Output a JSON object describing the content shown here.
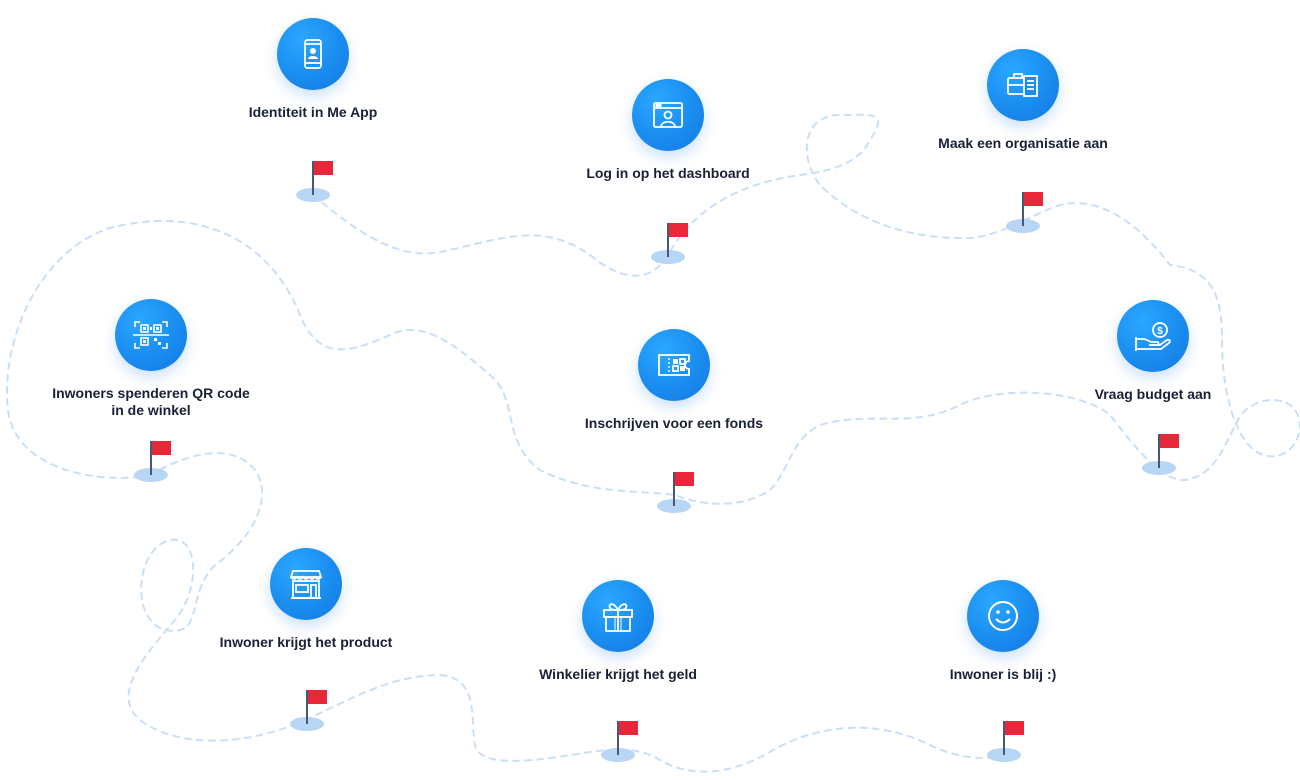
{
  "steps": [
    {
      "id": "identiteit",
      "label": "Identiteit in Me App",
      "icon": "phone-user-icon"
    },
    {
      "id": "login",
      "label": "Log in op het dashboard",
      "icon": "browser-user-icon"
    },
    {
      "id": "organisatie",
      "label": "Maak een organisatie aan",
      "icon": "briefcase-document-icon"
    },
    {
      "id": "qr",
      "label": "Inwoners spenderen QR code in de winkel",
      "icon": "qr-code-icon"
    },
    {
      "id": "fonds",
      "label": "Inschrijven voor een fonds",
      "icon": "voucher-icon"
    },
    {
      "id": "budget",
      "label": "Vraag budget aan",
      "icon": "hand-coin-icon"
    },
    {
      "id": "product",
      "label": "Inwoner krijgt het product",
      "icon": "shop-icon"
    },
    {
      "id": "geld",
      "label": "Winkelier krijgt het geld",
      "icon": "gift-icon"
    },
    {
      "id": "blij",
      "label": "Inwoner is blij :)",
      "icon": "smiley-icon"
    }
  ],
  "colors": {
    "icon_blue": "#1a8cf0",
    "path_dash": "#c9dff5",
    "flag_red": "#e8273a",
    "flag_base": "#b7d5f5",
    "text": "#1a2036"
  }
}
